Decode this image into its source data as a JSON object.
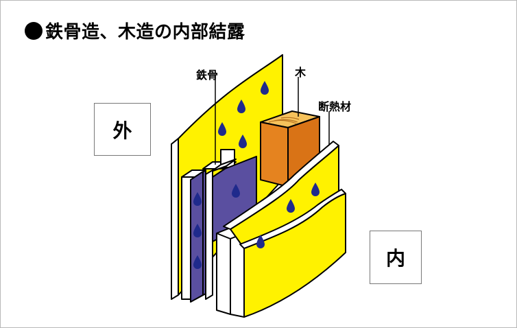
{
  "title": "鉄骨造、木造の内部結露",
  "labels": {
    "outside": "外",
    "inside": "内",
    "steel": "鉄骨",
    "wood": "木",
    "insulation": "断熱材"
  },
  "colors": {
    "insulation_yellow": "#fff200",
    "steel_purple": "#5a4fa0",
    "wood_orange": "#e5831f",
    "wood_top": "#f6c25b",
    "drop_blue": "#1f2a8c",
    "outline": "#000000"
  }
}
